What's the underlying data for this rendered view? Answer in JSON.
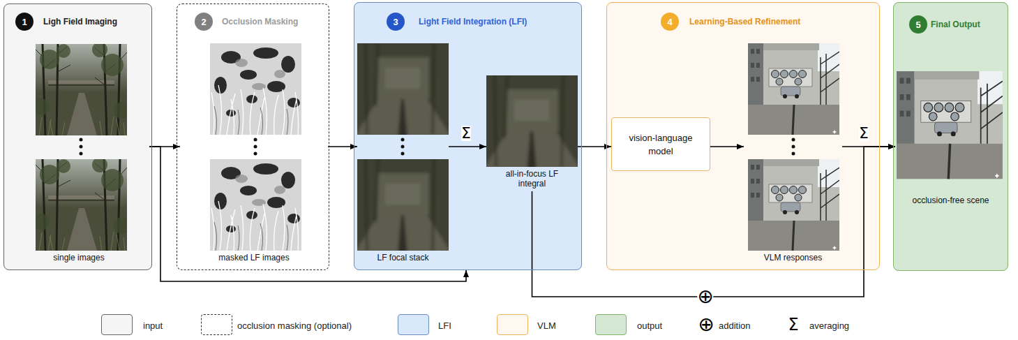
{
  "diagram": {
    "nodes": [
      {
        "text": [
          "Ligh Field Imaging"
        ]
      },
      {
        "text": [
          "1"
        ],
        "in": 0
      },
      {
        "text": [
          "single images"
        ],
        "in": 0
      },
      {
        "text": [
          "Occlusion Masking"
        ]
      },
      {
        "text": [
          "2"
        ],
        "in": 3
      },
      {
        "text": [
          "masked LF images"
        ],
        "in": 3
      },
      {
        "text": [
          "Light Field Integration (LFI)"
        ]
      },
      {
        "text": [
          "3"
        ],
        "in": 6
      },
      {
        "text": [
          "LF focal stack"
        ],
        "in": 6
      },
      {
        "text": [
          "all-in-focus LF integral"
        ],
        "in": 6
      },
      {
        "text": [
          "Learning-Based Refinement"
        ]
      },
      {
        "text": [
          "4"
        ],
        "in": 10
      },
      {
        "text": [
          "vision-language model"
        ],
        "in": 10
      },
      {
        "text": [
          "VLM responses"
        ],
        "in": 10
      },
      {
        "text": [
          "Final Output"
        ]
      },
      {
        "text": [
          "5"
        ],
        "in": 14
      },
      {
        "text": [
          "occlusion-free scene"
        ],
        "in": 14
      }
    ],
    "edges": [
      {
        "from": 2,
        "to": 5,
        "arrow": "to"
      },
      {
        "from": 5,
        "to": 8,
        "arrow": "to"
      },
      {
        "from": 2,
        "to": 6,
        "arrow": "to"
      },
      {
        "from": 8,
        "to": 9,
        "arrow": "to",
        "label": "Σ"
      },
      {
        "from": 9,
        "to": 12,
        "arrow": "to"
      },
      {
        "from": 12,
        "to": 13,
        "arrow": "to"
      },
      {
        "from": 13,
        "to": 16,
        "arrow": "to",
        "label": "Σ"
      },
      {
        "from": 9,
        "to": 16,
        "arrow": "to",
        "label": "⊕"
      }
    ],
    "labels": [
      "⊕",
      "Σ"
    ],
    "legend": [
      {
        "text": "input",
        "color": "#f5f5f5"
      },
      {
        "text": "occlusion masking (optional)"
      },
      {
        "text": "LFI",
        "color": "#dae8fc"
      },
      {
        "text": "VLM",
        "color": "#fff8f0"
      },
      {
        "text": "output",
        "color": "#d5e8d4"
      },
      {
        "text": "addition"
      },
      {
        "text": "averaging"
      }
    ]
  }
}
